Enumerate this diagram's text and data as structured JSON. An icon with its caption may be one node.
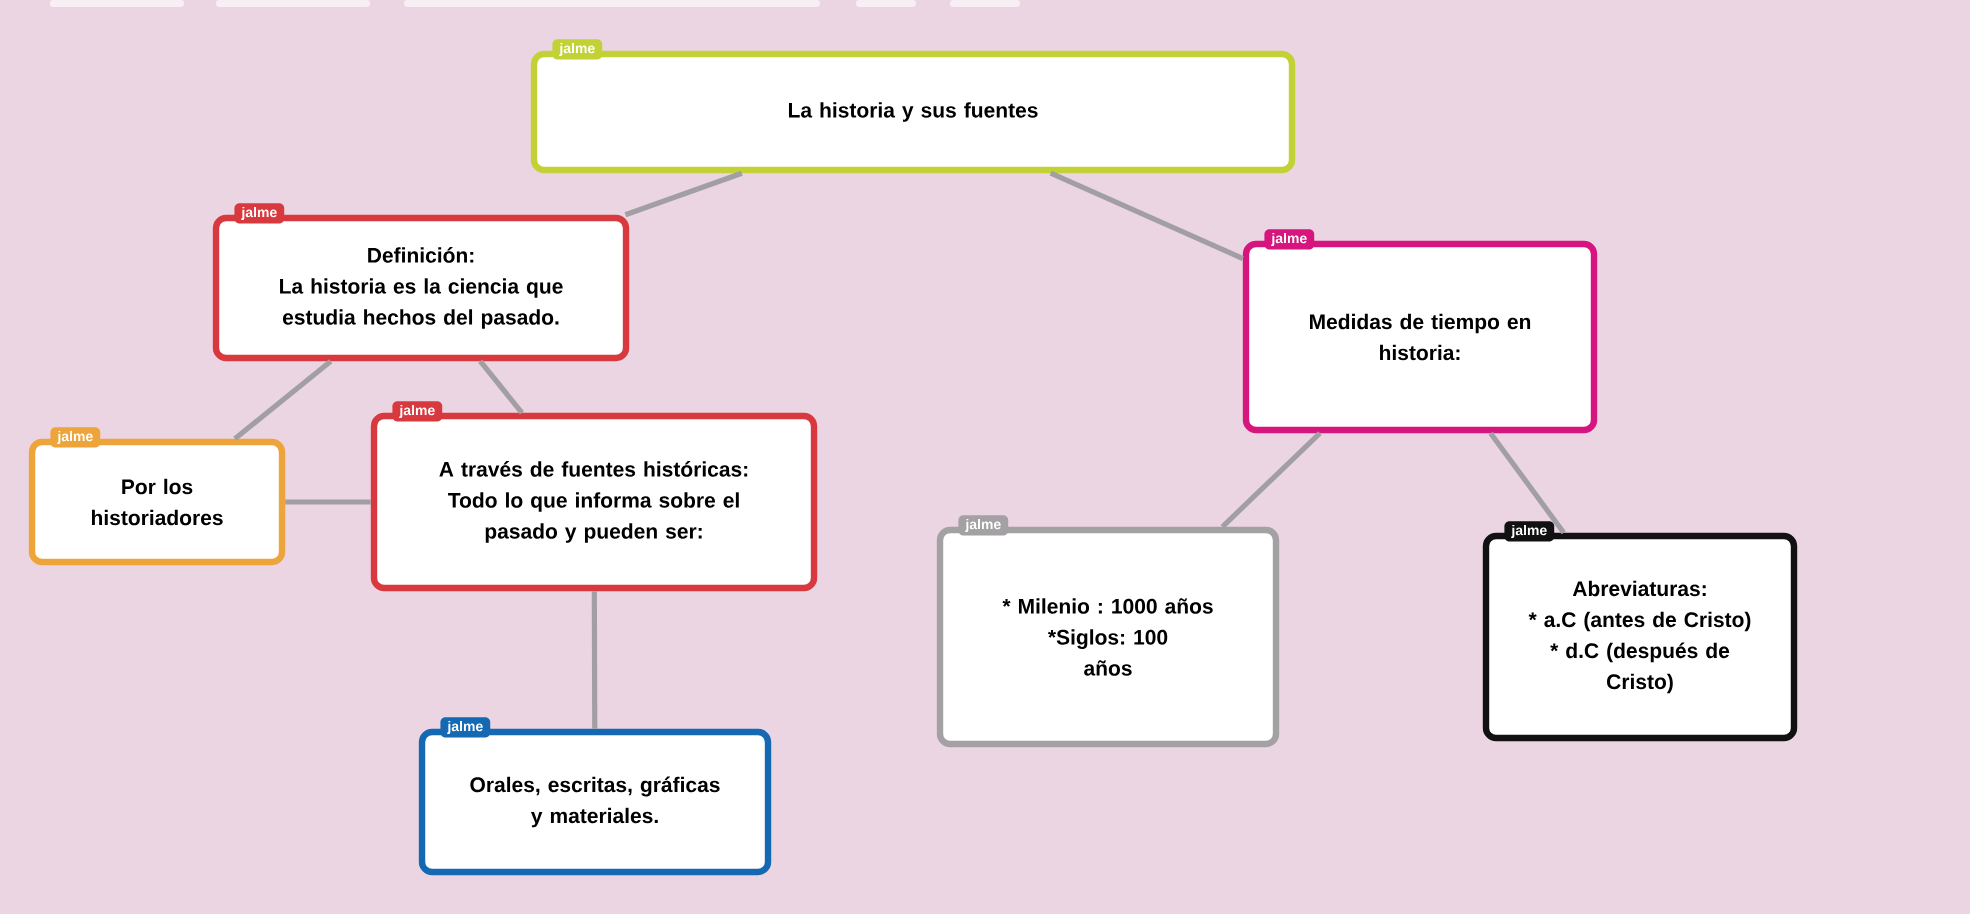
{
  "diagram": {
    "nodes": [
      {
        "text": [
          "La historia y sus fuentes"
        ],
        "beside": [
          "jalme"
        ]
      },
      {
        "text": [
          "Definición:",
          "La historia es la ciencia que estudia hechos del pasado."
        ],
        "beside": [
          "jalme"
        ]
      },
      {
        "text": [
          "Por los historiadores"
        ],
        "beside": [
          "jalme"
        ]
      },
      {
        "text": [
          "A través de fuentes históricas:",
          "Todo lo que informa sobre el pasado y pueden ser:"
        ],
        "beside": [
          "jalme"
        ]
      },
      {
        "text": [
          "Orales, escritas, gráficas y materiales."
        ],
        "beside": [
          "jalme"
        ]
      },
      {
        "text": [
          "Medidas de tiempo en historia:"
        ],
        "beside": [
          "jalme"
        ]
      },
      {
        "text": [
          "* Milenio : 1000 años",
          "*Siglos: 100 años"
        ],
        "beside": [
          "jalme"
        ]
      },
      {
        "text": [
          "Abreviaturas:",
          "* a.C (antes de Cristo)",
          "* d.C (después de Cristo)"
        ],
        "beside": [
          "jalme"
        ]
      }
    ],
    "edges": [
      {
        "from": 0,
        "to": 1,
        "arrow": "none"
      },
      {
        "from": 0,
        "to": 5,
        "arrow": "none"
      },
      {
        "from": 1,
        "to": 2,
        "arrow": "none"
      },
      {
        "from": 1,
        "to": 3,
        "arrow": "none"
      },
      {
        "from": 2,
        "to": 3,
        "arrow": "none"
      },
      {
        "from": 3,
        "to": 4,
        "arrow": "none"
      },
      {
        "from": 5,
        "to": 6,
        "arrow": "none"
      },
      {
        "from": 5,
        "to": 7,
        "arrow": "none"
      }
    ]
  }
}
